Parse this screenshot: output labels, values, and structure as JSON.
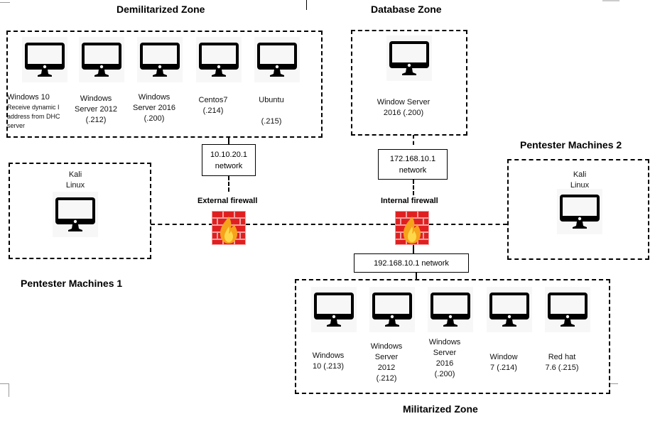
{
  "zones": {
    "dmz": {
      "title": "Demilitarized Zone",
      "machines": [
        {
          "name": "Windows 10",
          "lines": [
            "Windows 10"
          ],
          "small_lines": [
            "Receive dynamic I",
            "address from DHC",
            "server"
          ]
        },
        {
          "name": "Windows Server 2012",
          "lines": [
            "Windows",
            "Server 2012",
            "(.212)"
          ]
        },
        {
          "name": "Windows Server 2016",
          "lines": [
            "Windows",
            "Server 2016",
            "(.200)"
          ]
        },
        {
          "name": "Centos7",
          "lines": [
            "Centos7",
            "(.214)"
          ]
        },
        {
          "name": "Ubuntu",
          "lines": [
            "Ubuntu",
            "",
            "(.215)"
          ]
        }
      ]
    },
    "database": {
      "title": "Database Zone",
      "machines": [
        {
          "name": "Window Server 2016",
          "lines": [
            "Window Server",
            "2016 (.200)"
          ]
        }
      ]
    },
    "pentester1": {
      "title": "Pentester Machines 1",
      "machines": [
        {
          "name": "Kali Linux",
          "lines": [
            "Kali",
            "Linux"
          ]
        }
      ]
    },
    "pentester2": {
      "title": "Pentester Machines 2",
      "machines": [
        {
          "name": "Kali Linux",
          "lines": [
            "Kali",
            "Linux"
          ]
        }
      ]
    },
    "militarized": {
      "title": "Militarized Zone",
      "machines": [
        {
          "name": "Windows 10",
          "lines": [
            "Windows",
            "10 (.213)"
          ]
        },
        {
          "name": "Windows Server 2012",
          "lines": [
            "Windows",
            "Server",
            "2012",
            "(.212)"
          ]
        },
        {
          "name": "Windows Server 2016",
          "lines": [
            "Windows",
            "Server",
            "2016",
            "(.200)"
          ]
        },
        {
          "name": "Window 7",
          "lines": [
            "Window",
            "7 (.214)"
          ]
        },
        {
          "name": "Red hat 7.6",
          "lines": [
            "Red hat",
            "7.6 (.215)"
          ]
        }
      ]
    }
  },
  "networks": {
    "dmz_net": {
      "lines": [
        "10.10.20.1",
        "network"
      ]
    },
    "db_net": {
      "lines": [
        "172.168.10.1",
        "network"
      ]
    },
    "internal_net": {
      "lines": [
        "192.168.10.1 network"
      ]
    }
  },
  "firewalls": {
    "external": {
      "label": "External firewall",
      "icon": "firewall-icon"
    },
    "internal": {
      "label": "Internal firewall",
      "icon": "firewall-icon"
    }
  },
  "icons": {
    "machine": "monitor-icon",
    "firewall": "firewall-icon"
  },
  "colors": {
    "brick": "#e02020",
    "mortar": "#f4a0a0",
    "flame_outer": "#f7a21b",
    "flame_inner": "#ffd84a"
  }
}
